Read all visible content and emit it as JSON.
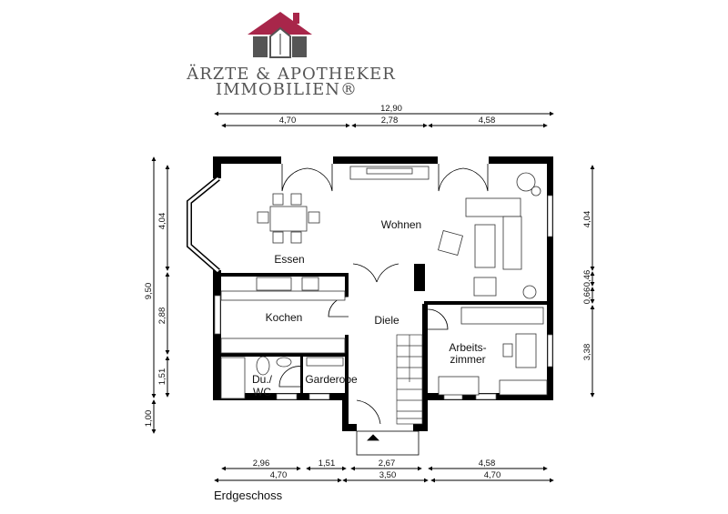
{
  "logo": {
    "line1": "ÄRZTE & APOTHEKER",
    "line2": "IMMOBILIEN®",
    "roof_color": "#a8264a",
    "house_color": "#555555"
  },
  "rooms": {
    "essen": "Essen",
    "wohnen": "Wohnen",
    "kochen": "Kochen",
    "diele": "Diele",
    "arbeitszimmer_1": "Arbeits-",
    "arbeitszimmer_2": "zimmer",
    "duwc_1": "Du./",
    "duwc_2": "WC",
    "garderobe": "Garderobe"
  },
  "dimensions": {
    "top_total": "12,90",
    "top": [
      "4,70",
      "2,78",
      "4,58"
    ],
    "left_total": "9,50",
    "left": [
      "4,04",
      "2,88",
      "1,51"
    ],
    "left_entry": "1,00",
    "right": [
      "4,04",
      "0,46",
      "0,66",
      "3,38"
    ],
    "bottom_inner": [
      "2,96",
      "1,51",
      "2,67",
      "4,58"
    ],
    "bottom_outer": [
      "4,70",
      "3,50",
      "4,70"
    ]
  },
  "caption": "Erdgeschoss"
}
